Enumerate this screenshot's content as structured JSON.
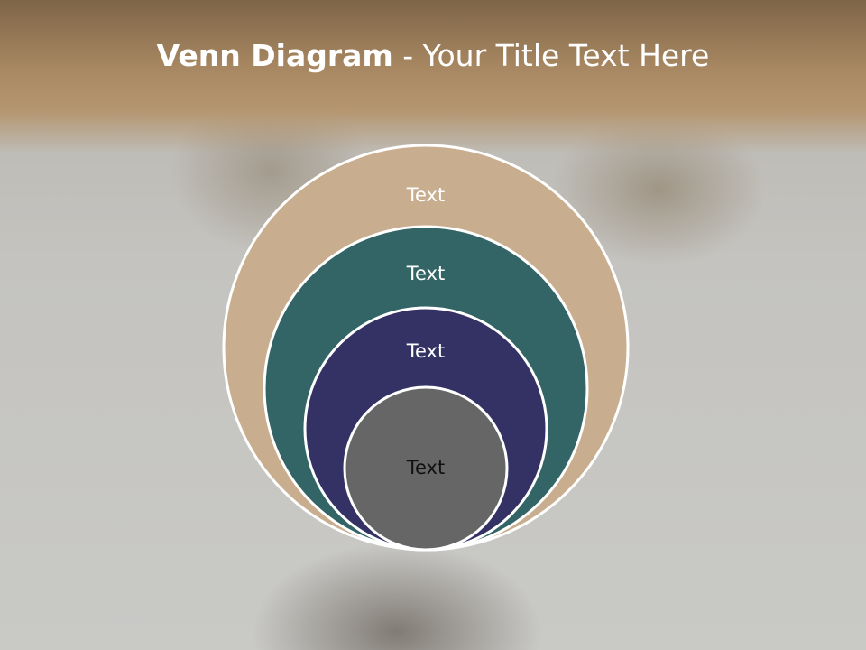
{
  "title": {
    "bold": "Venn Diagram",
    "rest": " - Your Title Text Here"
  },
  "rings": [
    {
      "label": "Text",
      "color": "#c8ae8e"
    },
    {
      "label": "Text",
      "color": "#336567"
    },
    {
      "label": "Text",
      "color": "#343265"
    },
    {
      "label": "Text",
      "color": "#666666"
    }
  ],
  "colors": {
    "header": "#a88862",
    "stroke": "#ffffff",
    "text": "#ffffff",
    "center_text": "#111111"
  }
}
